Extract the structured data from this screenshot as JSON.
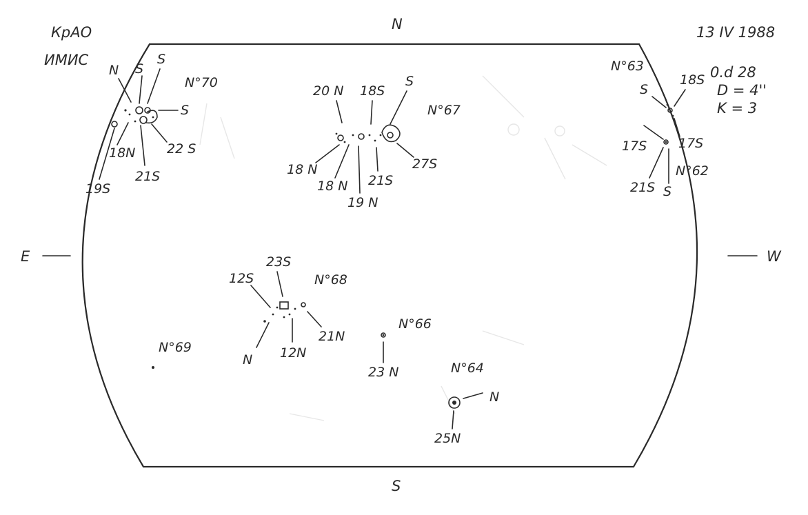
{
  "header": {
    "observatory": "КрАО",
    "institute": "ИМИС",
    "date": "13 IV 1988",
    "time": "0.d 28",
    "diameter": "D = 4''",
    "k": "K = 3"
  },
  "compass": {
    "north": "N",
    "south": "S",
    "east": "E",
    "west": "W"
  },
  "groups": {
    "g70": {
      "name": "N°70",
      "labels": [
        "N",
        "S",
        "S",
        "S",
        "18N",
        "22 S",
        "21S",
        "19S"
      ]
    },
    "g67": {
      "name": "N°67",
      "labels": [
        "20 N",
        "18S",
        "S",
        "18 N",
        "18 N",
        "19 N",
        "21S",
        "27S"
      ]
    },
    "g63": {
      "name": "N°63",
      "labels": [
        "S",
        "18S"
      ]
    },
    "g62": {
      "name": "N°62",
      "labels": [
        "17S",
        "17S",
        "21S",
        "S"
      ]
    },
    "g68": {
      "name": "N°68",
      "labels": [
        "23S",
        "12S",
        "N",
        "12N",
        "21N"
      ]
    },
    "g66": {
      "name": "N°66",
      "labels": [
        "23 N"
      ]
    },
    "g69": {
      "name": "N°69",
      "labels": []
    },
    "g64": {
      "name": "N°64",
      "labels": [
        "N",
        "25N"
      ]
    }
  }
}
